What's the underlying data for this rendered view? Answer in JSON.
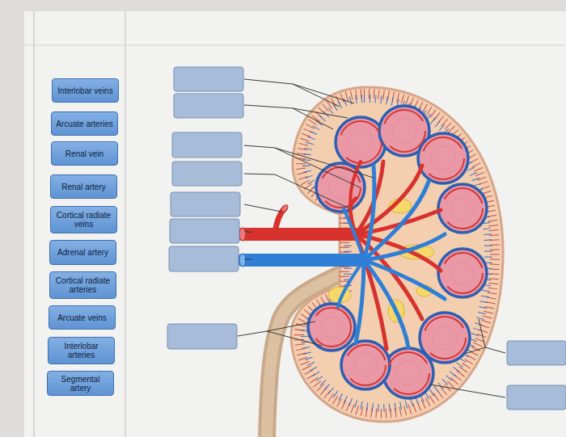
{
  "diagram": {
    "nodes": [
      {
        "text": [
          "Interlobar veins"
        ]
      },
      {
        "text": [
          "Arcuate arteries"
        ]
      },
      {
        "text": [
          "Renal vein"
        ]
      },
      {
        "text": [
          "Renal artery"
        ]
      },
      {
        "text": [
          "Cortical radiate veins"
        ]
      },
      {
        "text": [
          "Adrenal artery"
        ]
      },
      {
        "text": [
          "Cortical radiate arteries"
        ]
      },
      {
        "text": [
          "Arcuate veins"
        ]
      },
      {
        "text": [
          "Interlobar arteries"
        ]
      },
      {
        "text": [
          "Segmental artery"
        ]
      }
    ]
  }
}
